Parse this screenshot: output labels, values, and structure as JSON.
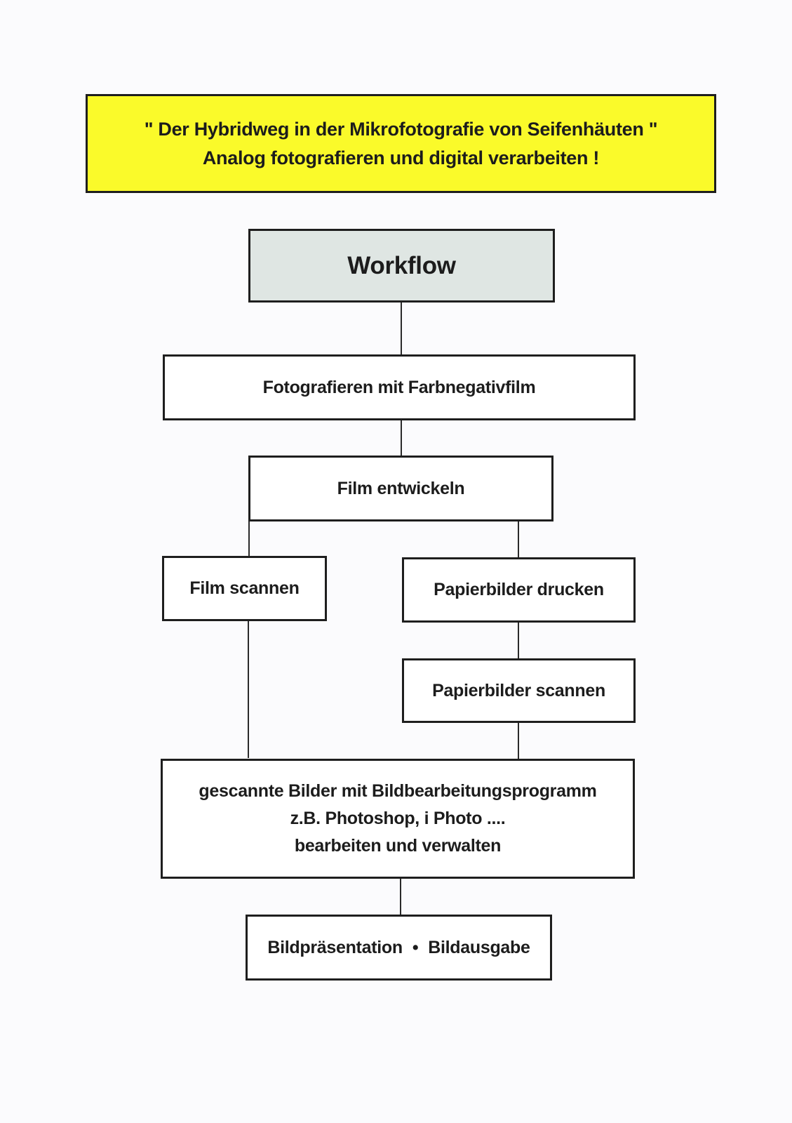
{
  "title": {
    "line1": "\" Der Hybridweg in der Mikrofotografie von Seifenhäuten \"",
    "line2": "Analog fotografieren und digital verarbeiten !"
  },
  "colors": {
    "title_bg": "#fafa2a",
    "workflow_bg": "#dfe6e3",
    "border": "#1e1e1e"
  },
  "flowchart": {
    "heading": "Workflow",
    "steps": {
      "shoot": "Fotografieren mit Farbnegativfilm",
      "develop": "Film entwickeln",
      "scan_film": "Film scannen",
      "print_photos": "Papierbilder drucken",
      "scan_photos": "Papierbilder scannen",
      "edit": {
        "line1": "gescannte Bilder mit Bildbearbeitungsprogramm",
        "line2": "z.B. Photoshop, i Photo ....",
        "line3": "bearbeiten und verwalten"
      },
      "output": {
        "left": "Bildpräsentation",
        "bullet": "•",
        "right": "Bildausgabe"
      }
    }
  }
}
